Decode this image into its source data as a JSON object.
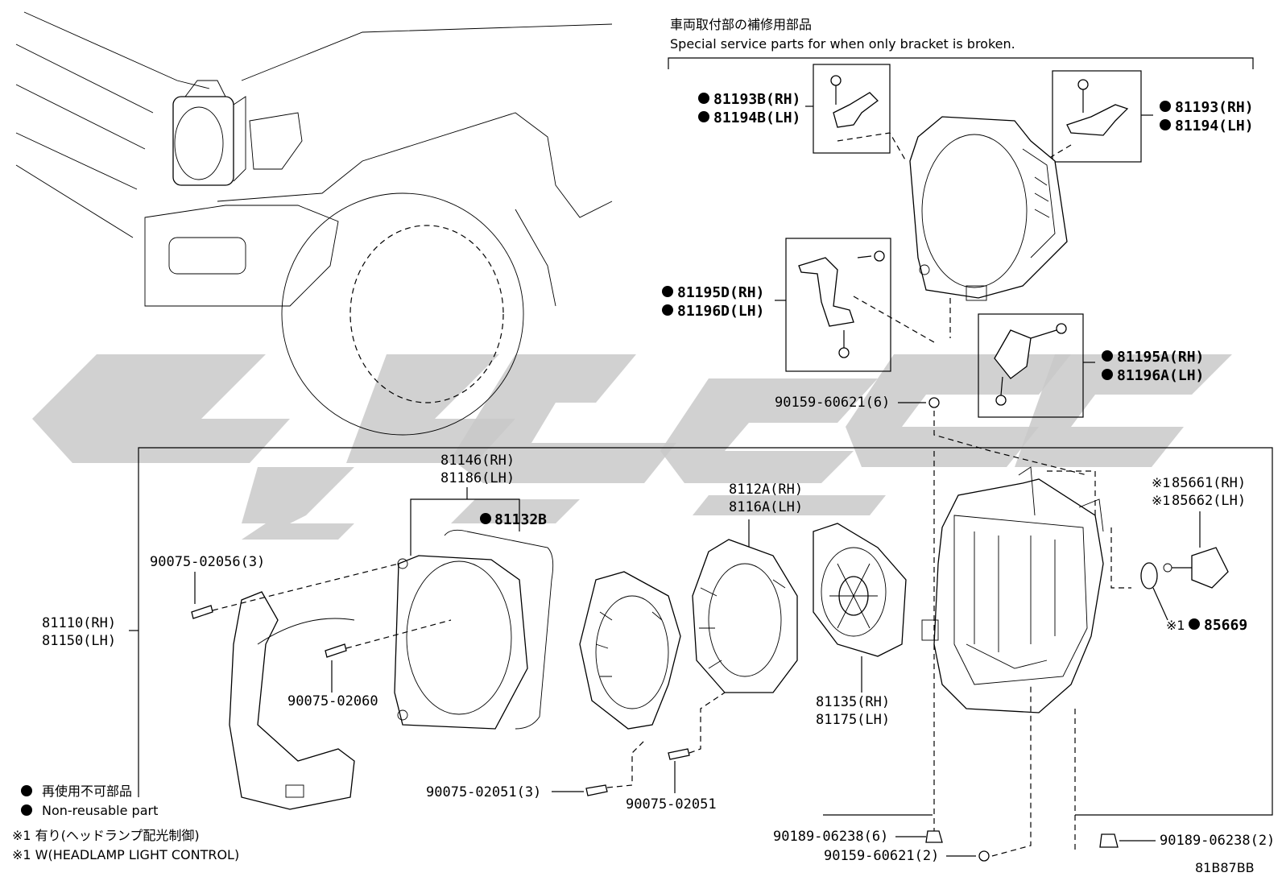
{
  "header": {
    "title_jp": "車両取付部の補修用部品",
    "title_en": "Special service parts for when only bracket is broken."
  },
  "labels": {
    "p81193B": "81193B(RH)",
    "p81194B": "81194B(LH)",
    "p81193": "81193(RH)",
    "p81194": "81194(LH)",
    "p81195D": "81195D(RH)",
    "p81196D": "81196D(LH)",
    "p81195A": "81195A(RH)",
    "p81196A": "81196A(LH)",
    "p90159_6": "90159-60621(6)",
    "p81146": "81146(RH)",
    "p81186": "81186(LH)",
    "p81132B": "81132B",
    "p8112A": "8112A(RH)",
    "p8116A": "8116A(LH)",
    "p85661": "85661(RH)",
    "p85662": "85662(LH)",
    "p85669": "85669",
    "p90075_3": "90075-02056(3)",
    "p81110": "81110(RH)",
    "p81150": "81150(LH)",
    "p90075_02060": "90075-02060",
    "p81135": "81135(RH)",
    "p81175": "81175(LH)",
    "p90075_02051_3": "90075-02051(3)",
    "p90075_02051": "90075-02051",
    "p90189_6": "90189-06238(6)",
    "p90189_2": "90189-06238(2)",
    "p90159_2": "90159-60621(2)",
    "note_mark": "※1",
    "diagram_id": "81B87BB"
  },
  "legend": {
    "nonreusable_jp": "再使用不可部品",
    "nonreusable_en": "Non-reusable part",
    "note1_jp": "※1 有り(ヘッドランプ配光制御)",
    "note1_en": "※1 W(HEADLAMP LIGHT CONTROL)"
  },
  "colors": {
    "watermark": "#c9c9c9",
    "ink": "#000000"
  }
}
